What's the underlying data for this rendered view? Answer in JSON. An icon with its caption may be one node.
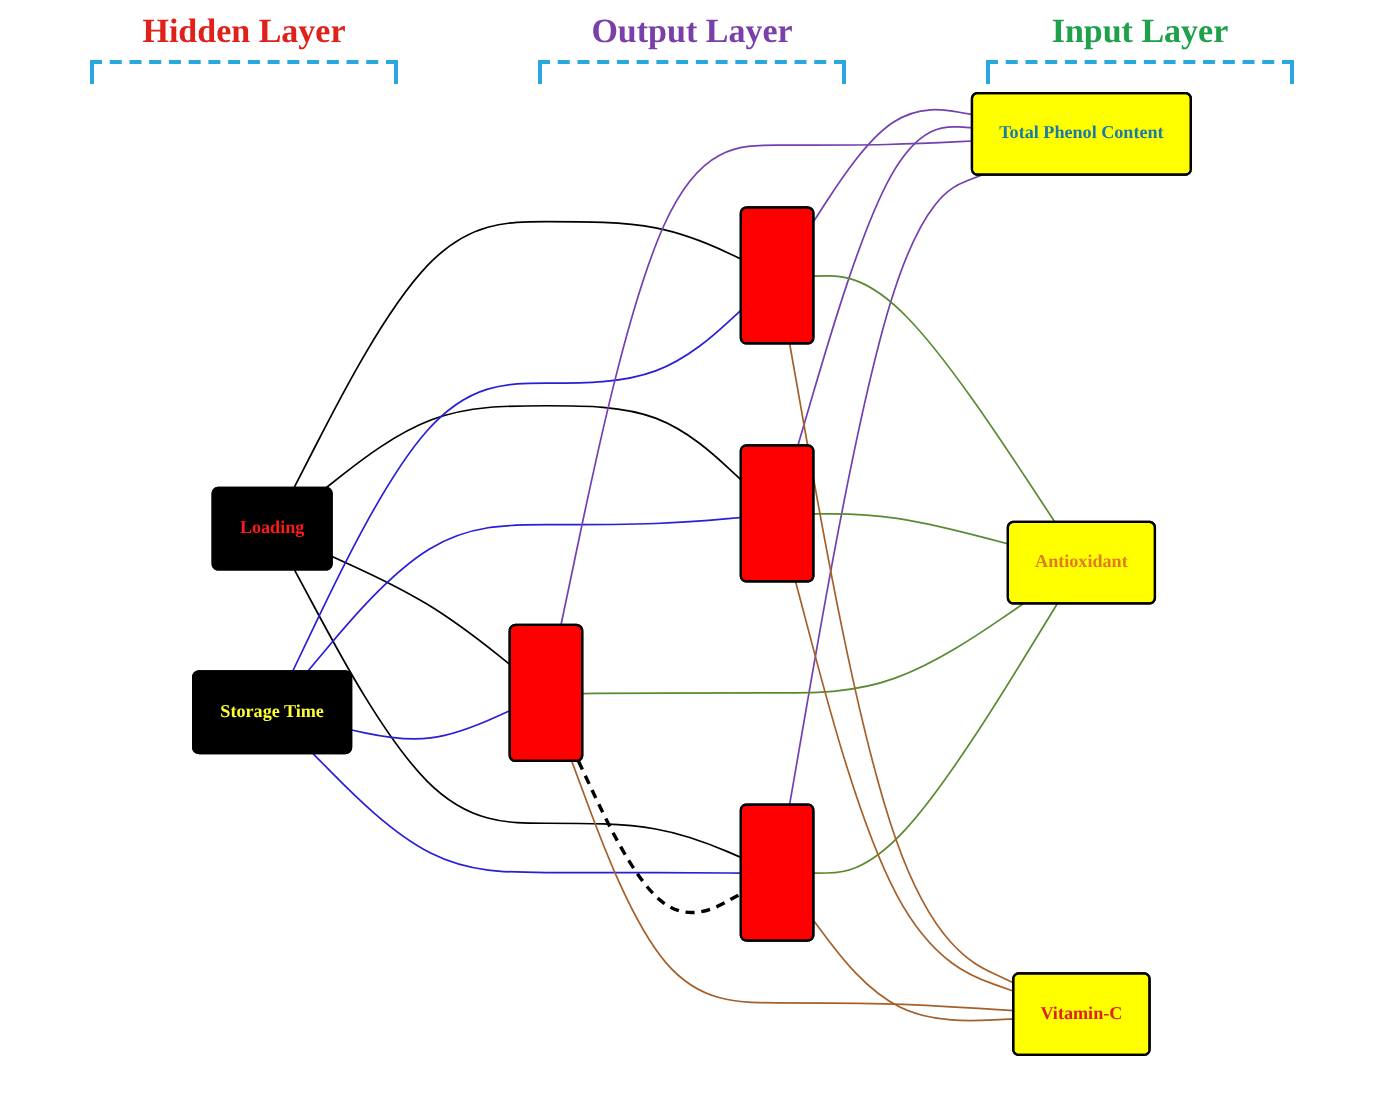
{
  "diagram": {
    "nodes": [
      {
        "text": [
          "Loading"
        ]
      },
      {
        "text": [
          "Storage Time"
        ]
      },
      {
        "text": [],
        "shape": "box"
      },
      {
        "text": [],
        "shape": "box"
      },
      {
        "text": [],
        "shape": "box"
      },
      {
        "text": [],
        "shape": "box"
      },
      {
        "text": [
          "Total Phenol Content"
        ]
      },
      {
        "text": [
          "Antioxidant"
        ]
      },
      {
        "text": [
          "Vitamin-C"
        ]
      }
    ],
    "edges": [
      {
        "from": 0,
        "to": 2,
        "arrow": "none",
        "color": "#000000"
      },
      {
        "from": 0,
        "to": 3,
        "arrow": "none",
        "color": "#000000"
      },
      {
        "from": 0,
        "to": 4,
        "arrow": "none",
        "color": "#000000"
      },
      {
        "from": 0,
        "to": 5,
        "arrow": "none",
        "color": "#000000"
      },
      {
        "from": 1,
        "to": 2,
        "arrow": "none",
        "color": "#2a1fd6"
      },
      {
        "from": 1,
        "to": 3,
        "arrow": "none",
        "color": "#2a1fd6"
      },
      {
        "from": 1,
        "to": 4,
        "arrow": "none",
        "color": "#2a1fd6"
      },
      {
        "from": 1,
        "to": 5,
        "arrow": "none",
        "color": "#2a1fd6"
      },
      {
        "from": 2,
        "to": 6,
        "arrow": "none",
        "color": "#7340b0"
      },
      {
        "from": 3,
        "to": 6,
        "arrow": "none",
        "color": "#7340b0"
      },
      {
        "from": 4,
        "to": 6,
        "arrow": "none",
        "color": "#7340b0"
      },
      {
        "from": 5,
        "to": 6,
        "arrow": "none",
        "color": "#7340b0"
      },
      {
        "from": 2,
        "to": 7,
        "arrow": "none",
        "color": "#5a8a32"
      },
      {
        "from": 3,
        "to": 7,
        "arrow": "none",
        "color": "#5a8a32"
      },
      {
        "from": 4,
        "to": 7,
        "arrow": "none",
        "color": "#5a8a32"
      },
      {
        "from": 5,
        "to": 7,
        "arrow": "none",
        "color": "#5a8a32"
      },
      {
        "from": 2,
        "to": 8,
        "arrow": "none",
        "color": "#a5602a"
      },
      {
        "from": 3,
        "to": 8,
        "arrow": "none",
        "color": "#a5602a"
      },
      {
        "from": 4,
        "to": 8,
        "arrow": "none",
        "color": "#a5602a"
      },
      {
        "from": 5,
        "to": 8,
        "arrow": "none",
        "color": "#a5602a"
      },
      {
        "from": 4,
        "to": 5,
        "arrow": "none",
        "style": "dashed",
        "color": "#000000"
      }
    ],
    "labels": [
      "Hidden Layer",
      "Output Layer",
      "Input Layer"
    ]
  }
}
